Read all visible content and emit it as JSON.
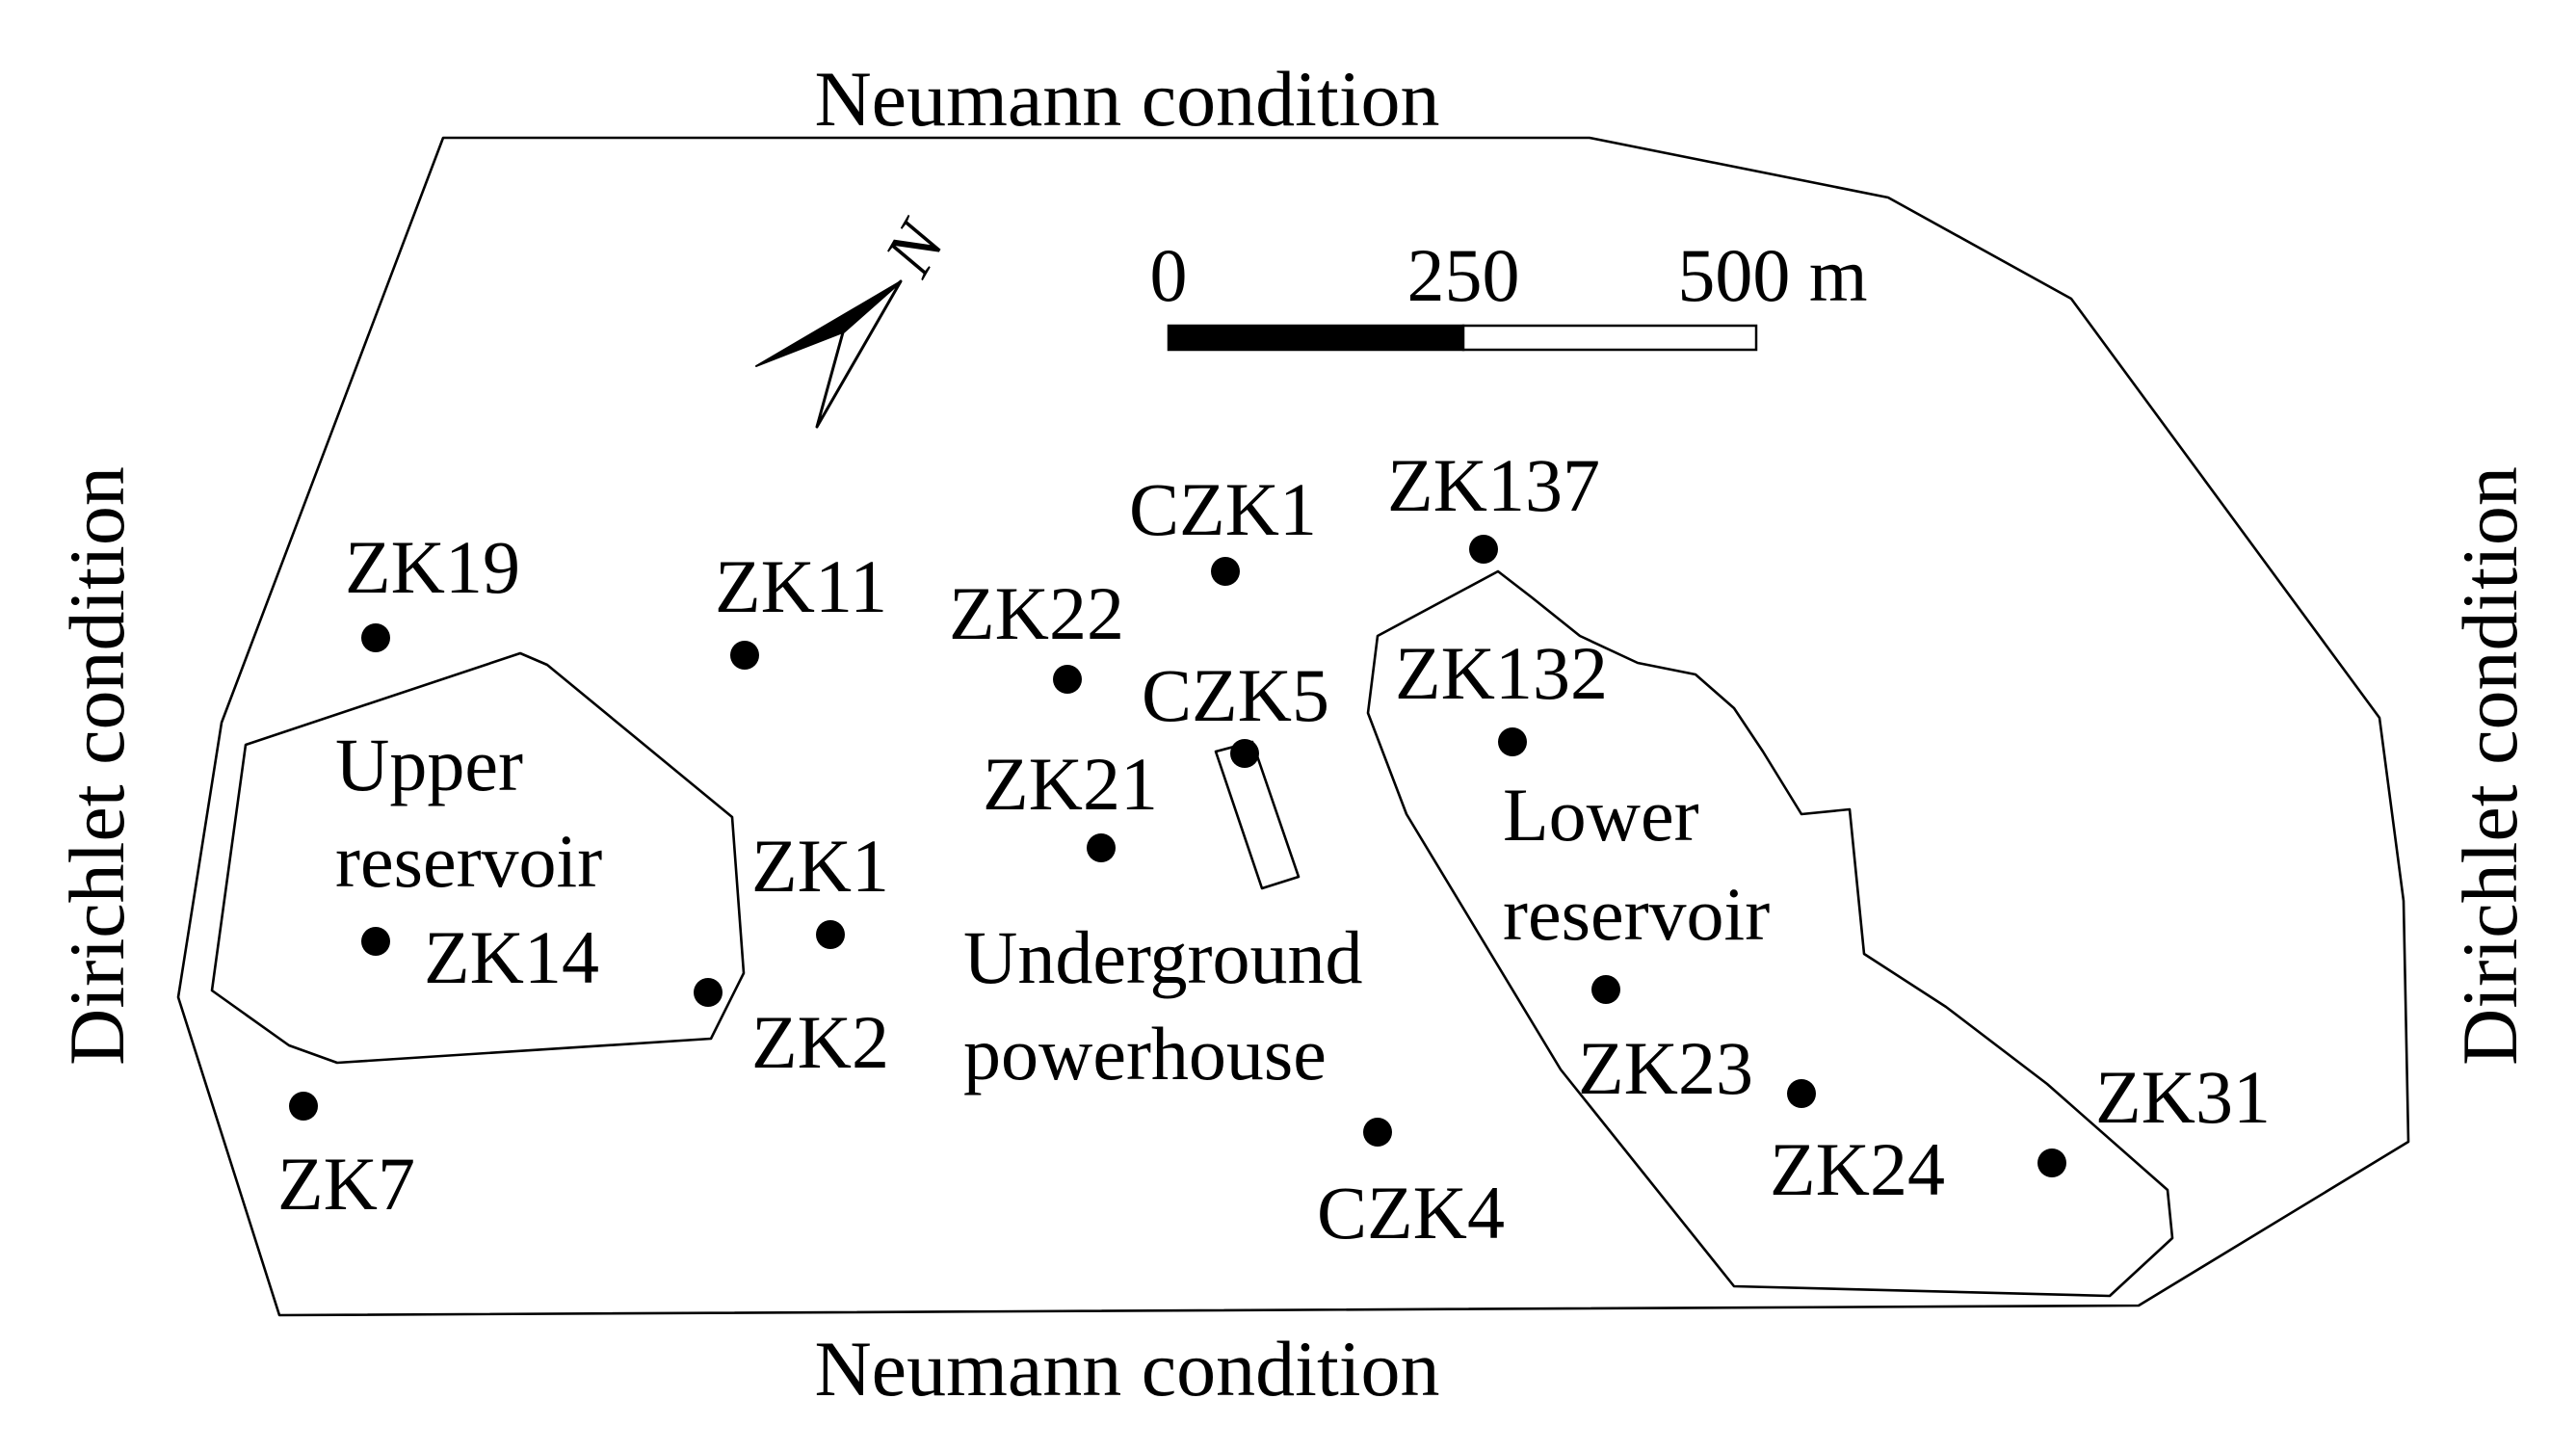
{
  "boundaries": {
    "top": "Neumann condition",
    "bottom": "Neumann condition",
    "left": "Dirichlet condition",
    "right": "Dirichlet condition"
  },
  "north_arrow": {
    "label": "N"
  },
  "scale_bar": {
    "labels": [
      "0",
      "250",
      "500 m"
    ]
  },
  "zones": {
    "upper_reservoir": [
      "Upper",
      "reservoir"
    ],
    "lower_reservoir": [
      "Lower",
      "reservoir"
    ],
    "underground_powerhouse": [
      "Underground",
      "powerhouse"
    ]
  },
  "wells": [
    "ZK19",
    "ZK11",
    "ZK22",
    "CZK1",
    "ZK137",
    "ZK132",
    "CZK5",
    "ZK21",
    "ZK1",
    "ZK14",
    "ZK2",
    "ZK7",
    "ZK23",
    "ZK24",
    "ZK31",
    "CZK4"
  ]
}
